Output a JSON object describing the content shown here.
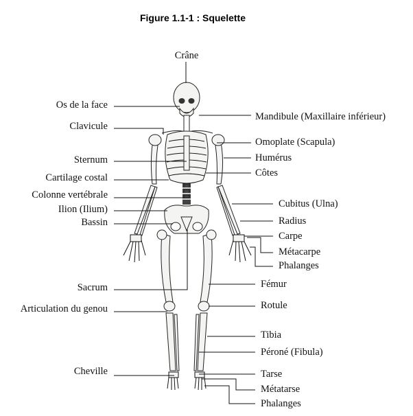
{
  "title": "Figure 1.1-1 : Squelette",
  "labels": {
    "crane": "Crâne",
    "os_face": "Os de la face",
    "clavicule": "Clavicule",
    "sternum": "Sternum",
    "cartilage": "Cartilage costal",
    "colonne": "Colonne vertébrale",
    "ilion": "Ilion (Ilium)",
    "bassin": "Bassin",
    "sacrum": "Sacrum",
    "genou": "Articulation du genou",
    "cheville": "Cheville",
    "mandibule": "Mandibule (Maxillaire inférieur)",
    "omoplate": "Omoplate (Scapula)",
    "humerus": "Humérus",
    "cotes": "Côtes",
    "cubitus": "Cubitus (Ulna)",
    "radius": "Radius",
    "carpe": "Carpe",
    "metacarpe": "Métacarpe",
    "phalanges_main": "Phalanges",
    "femur": "Fémur",
    "rotule": "Rotule",
    "tibia": "Tibia",
    "perone": "Péroné (Fibula)",
    "tarse": "Tarse",
    "metatarse": "Métatarse",
    "phalanges_pied": "Phalanges"
  }
}
